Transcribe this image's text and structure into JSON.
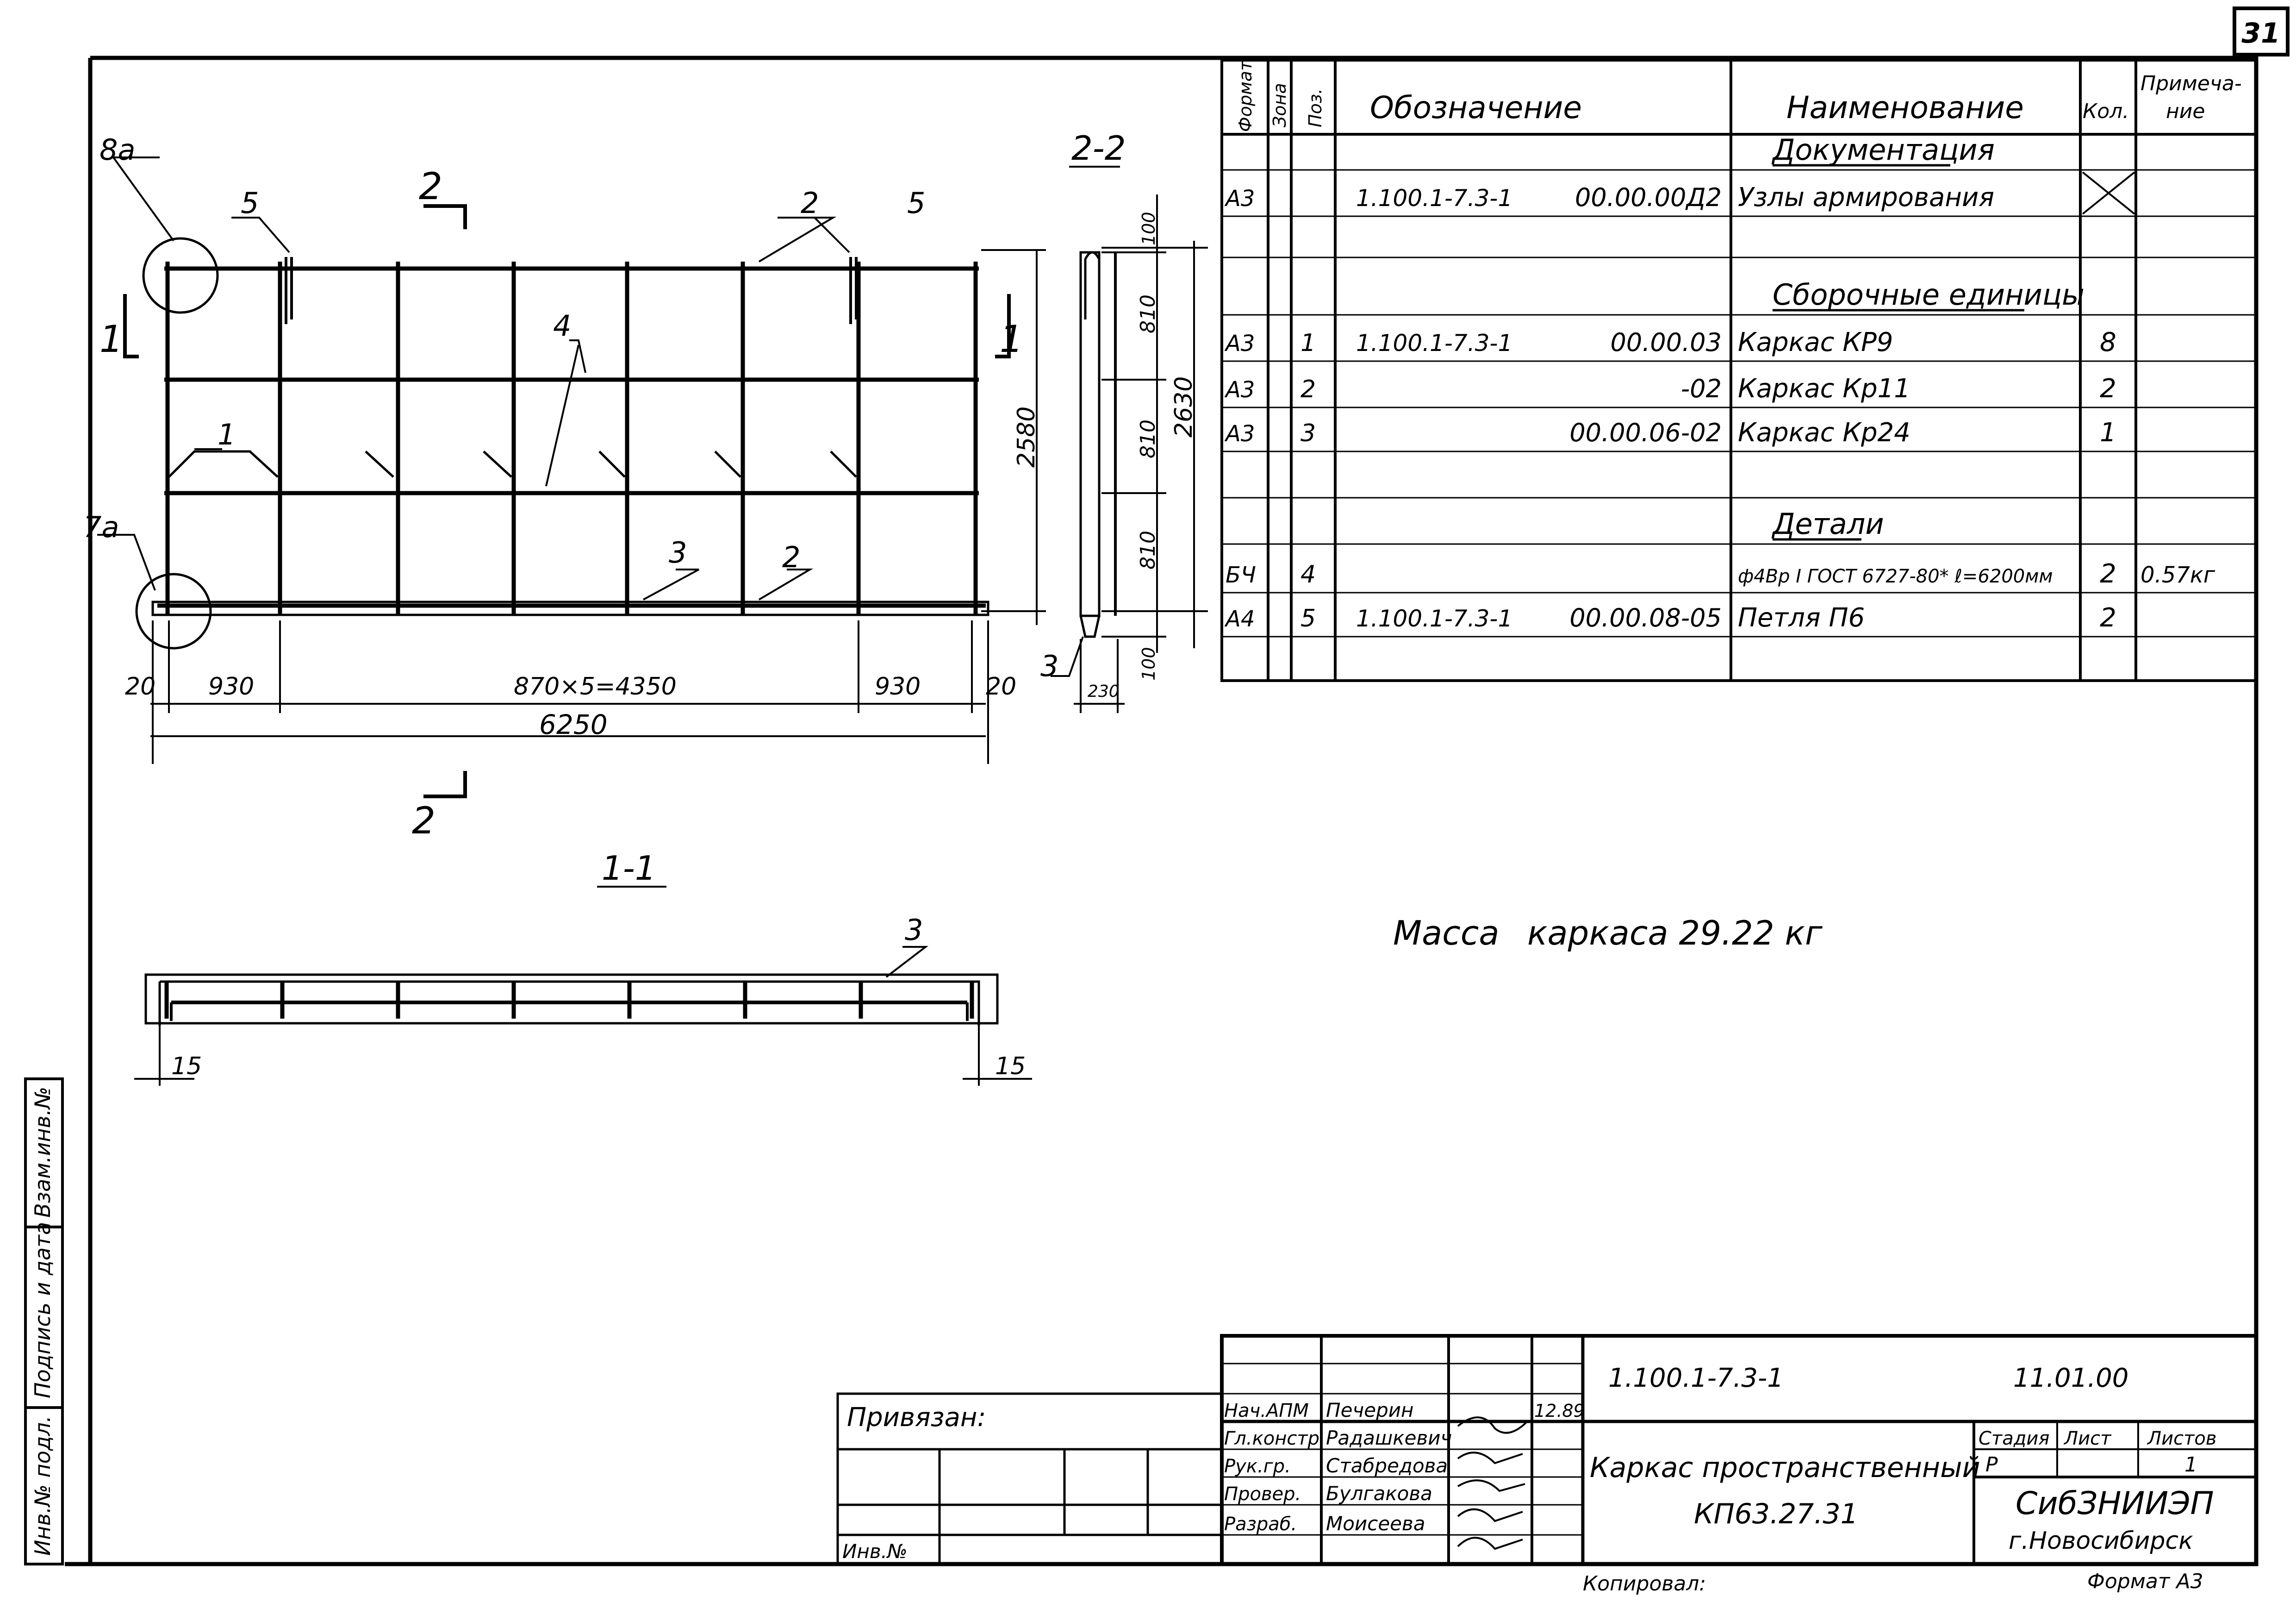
{
  "sheet_number": "31",
  "spec": {
    "headers": {
      "format": "Формат",
      "zone": "Зона",
      "pos": "Поз.",
      "designation": "Обозначение",
      "name": "Наименование",
      "qty": "Кол.",
      "note": "Примеча-\nние"
    },
    "rows": [
      {
        "format": "",
        "zone": "",
        "pos": "",
        "des_a": "",
        "des_b": "",
        "name": "Документация",
        "qty": "",
        "note": "",
        "heading": true
      },
      {
        "format": "А3",
        "zone": "",
        "pos": "",
        "des_a": "1.100.1-7.3-1",
        "des_b": "00.00.00Д2",
        "name": "Узлы армирования",
        "qty": "",
        "note": "",
        "crossed": true
      },
      {
        "format": "",
        "zone": "",
        "pos": "",
        "des_a": "",
        "des_b": "",
        "name": "",
        "qty": "",
        "note": ""
      },
      {
        "format": "",
        "zone": "",
        "pos": "",
        "des_a": "",
        "des_b": "",
        "name": "Сборочные единицы",
        "qty": "",
        "note": "",
        "heading": true
      },
      {
        "format": "А3",
        "zone": "",
        "pos": "1",
        "des_a": "1.100.1-7.3-1",
        "des_b": "00.00.03",
        "name": "Каркас КР9",
        "qty": "8",
        "note": ""
      },
      {
        "format": "А3",
        "zone": "",
        "pos": "2",
        "des_a": "",
        "des_b": "-02",
        "name": "Каркас Кр11",
        "qty": "2",
        "note": ""
      },
      {
        "format": "А3",
        "zone": "",
        "pos": "3",
        "des_a": "",
        "des_b": "00.00.06-02",
        "name": "Каркас Кр24",
        "qty": "1",
        "note": ""
      },
      {
        "format": "",
        "zone": "",
        "pos": "",
        "des_a": "",
        "des_b": "",
        "name": "",
        "qty": "",
        "note": ""
      },
      {
        "format": "",
        "zone": "",
        "pos": "",
        "des_a": "",
        "des_b": "",
        "name": "Детали",
        "qty": "",
        "note": "",
        "heading": true
      },
      {
        "format": "БЧ",
        "zone": "",
        "pos": "4",
        "des_a": "",
        "des_b": "",
        "name": "ф4Вр I ГОСТ 6727-80* ℓ=6200мм",
        "qty": "2",
        "note": "0.57кг"
      },
      {
        "format": "А4",
        "zone": "",
        "pos": "5",
        "des_a": "1.100.1-7.3-1",
        "des_b": "00.00.08-05",
        "name": "Петля П6",
        "qty": "2",
        "note": ""
      },
      {
        "format": "",
        "zone": "",
        "pos": "",
        "des_a": "",
        "des_b": "",
        "name": "",
        "qty": "",
        "note": ""
      }
    ]
  },
  "mass_label": "Масса",
  "mass_text": "каркаса 29.22 кг",
  "drawing": {
    "section_22": "2-2",
    "section_11": "1-1",
    "cut_2": "2",
    "cut_1": "1",
    "callouts": {
      "c8a": "8а",
      "c7a": "7а",
      "c5a": "5",
      "c5b": "5",
      "c2a": "2",
      "c2b": "2",
      "c4": "4",
      "c1": "1",
      "c3": "3",
      "c3b": "3",
      "c3c": "3"
    },
    "dims": {
      "d20a": "20",
      "d930a": "930",
      "d4350": "870×5=4350",
      "d930b": "930",
      "d20b": "20",
      "d6250": "6250",
      "d2580": "2580",
      "d2630": "2630",
      "d100a": "100",
      "d810a": "810",
      "d810b": "810",
      "d810c": "810",
      "d100b": "100",
      "d230": "230",
      "d15a": "15",
      "d15b": "15"
    }
  },
  "title_block": {
    "code_top": "1.100.1-7.3-1",
    "code_right": "11.01.00",
    "bound_label": "Привязан:",
    "inv_label": "Инв.№",
    "roles": [
      {
        "role": "Нач.АПМ",
        "name": "Печерин",
        "date": "12.89"
      },
      {
        "role": "Гл.констр",
        "name": "Радашкевич",
        "date": ""
      },
      {
        "role": "Рук.гр.",
        "name": "Стабредова",
        "date": ""
      },
      {
        "role": "Провер.",
        "name": "Булгакова",
        "date": ""
      },
      {
        "role": "Разраб.",
        "name": "Моисеева",
        "date": ""
      }
    ],
    "title_line1": "Каркас пространственный",
    "title_line2": "КП63.27.31",
    "stage_header": "Стадия",
    "sheet_header": "Лист",
    "sheets_header": "Листов",
    "stage_value": "Р",
    "sheets_value": "1",
    "org": "СибЗНИИЭП",
    "city": "г.Новосибирск",
    "copied": "Копировал:",
    "format": "Формат А3"
  },
  "side_stamp": {
    "inv_podl": "Инв.№ подл.",
    "sign_date": "Подпись и дата",
    "vzam": "Взам.инв.№"
  }
}
